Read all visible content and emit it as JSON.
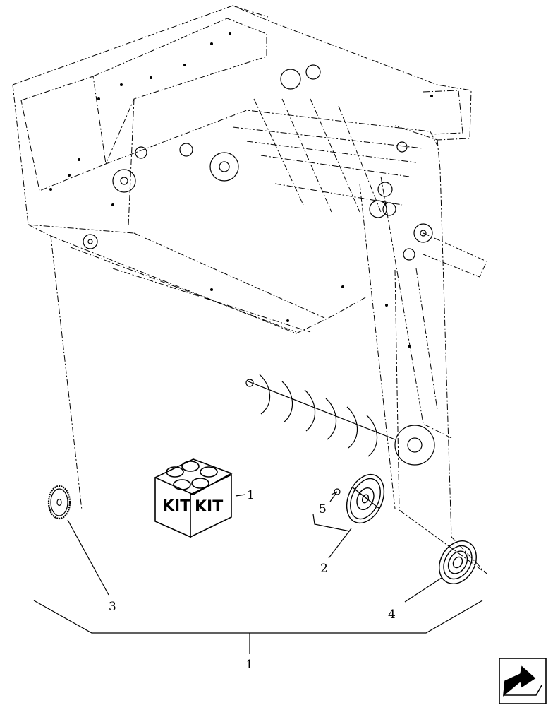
{
  "diagram": {
    "callouts": {
      "kit_ref": "1",
      "total_ref": "1",
      "pulley_ref": "2",
      "sprocket_ref": "3",
      "sheave_ref": "4",
      "fitting_ref": "5"
    },
    "kit_box": {
      "left_label": "KIT",
      "right_label": "KIT"
    },
    "nav_icon": "arrow-icon"
  }
}
